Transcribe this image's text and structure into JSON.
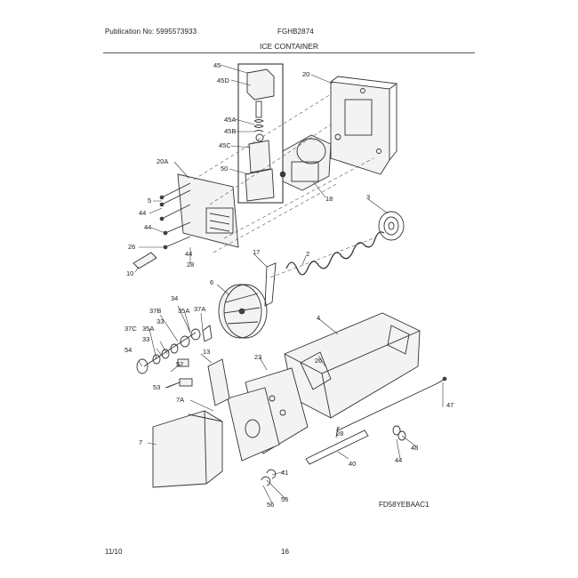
{
  "header": {
    "publication": "Publication No: 5995573933",
    "model": "FGHB2874",
    "section_title": "ICE CONTAINER"
  },
  "footer": {
    "date": "11/10",
    "page": "16"
  },
  "diagram": {
    "figure_code": "FD58YEBAAC1",
    "callouts": [
      "45",
      "45D",
      "45A",
      "45B",
      "45C",
      "20A",
      "50",
      "20",
      "18",
      "3",
      "5",
      "44",
      "44",
      "26",
      "28",
      "44",
      "10",
      "17",
      "2",
      "6",
      "34",
      "37B",
      "35A",
      "37A",
      "37C",
      "35A",
      "33",
      "33",
      "54",
      "4",
      "13",
      "52",
      "23",
      "26",
      "53",
      "7A",
      "47",
      "7",
      "28",
      "48",
      "44",
      "40",
      "41",
      "55",
      "56"
    ]
  }
}
